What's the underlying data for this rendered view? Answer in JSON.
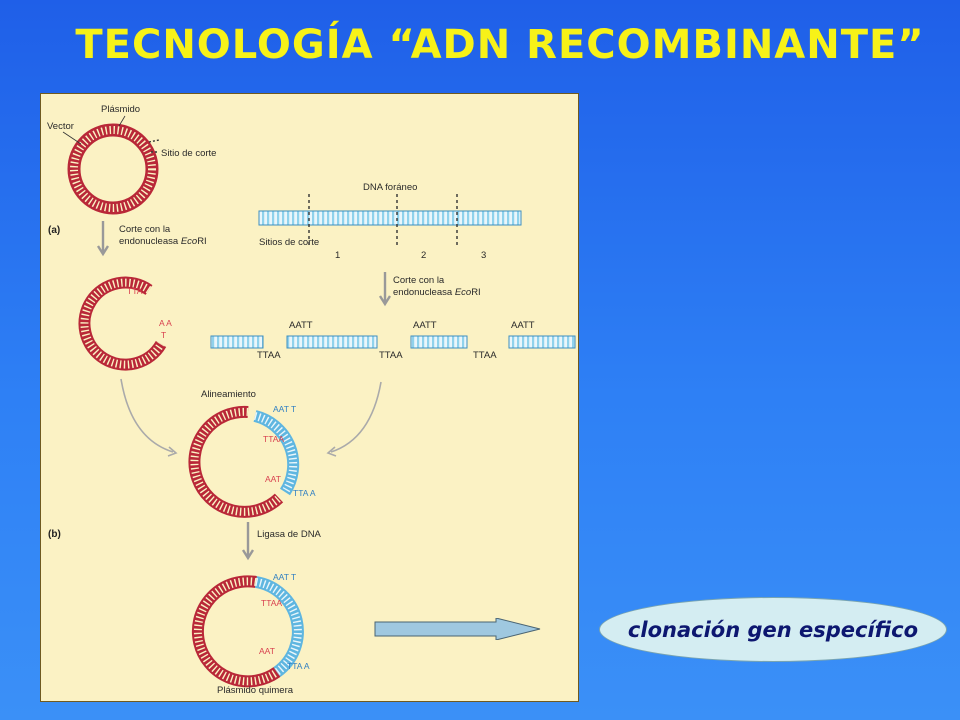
{
  "title": "TECNOLOGÍA “ADN RECOMBINANTE”",
  "figure": {
    "labels": {
      "plasmid": "Plásmido",
      "vector": "Vector",
      "cut_site": "Sitio de corte",
      "foreign_dna": "DNA foráneo",
      "cut_sites": "Sitios de corte",
      "site_1": "1",
      "site_2": "2",
      "site_3": "3",
      "panel_a": "(a)",
      "panel_b": "(b)",
      "cut_step_line1": "Corte con la",
      "cut_step_line2": "endonucleasa",
      "enzyme": "Eco",
      "enzyme_suffix": "RI",
      "alignment": "Alineamiento",
      "ligase_step": "Ligasa de DNA",
      "chimera": "Plásmido quimera",
      "aatt": "AATT",
      "ttaa": "TTAA"
    }
  },
  "result_oval": {
    "label": "clonación gen específico"
  },
  "colors": {
    "background_top": "#1f5fe8",
    "title": "#f7f218",
    "panel": "#fbf2c4",
    "plasmid_red": "#d8404e",
    "foreign_blue": "#8fd2ec",
    "oval_fill": "#d4edf2",
    "oval_text": "#0d1770"
  }
}
